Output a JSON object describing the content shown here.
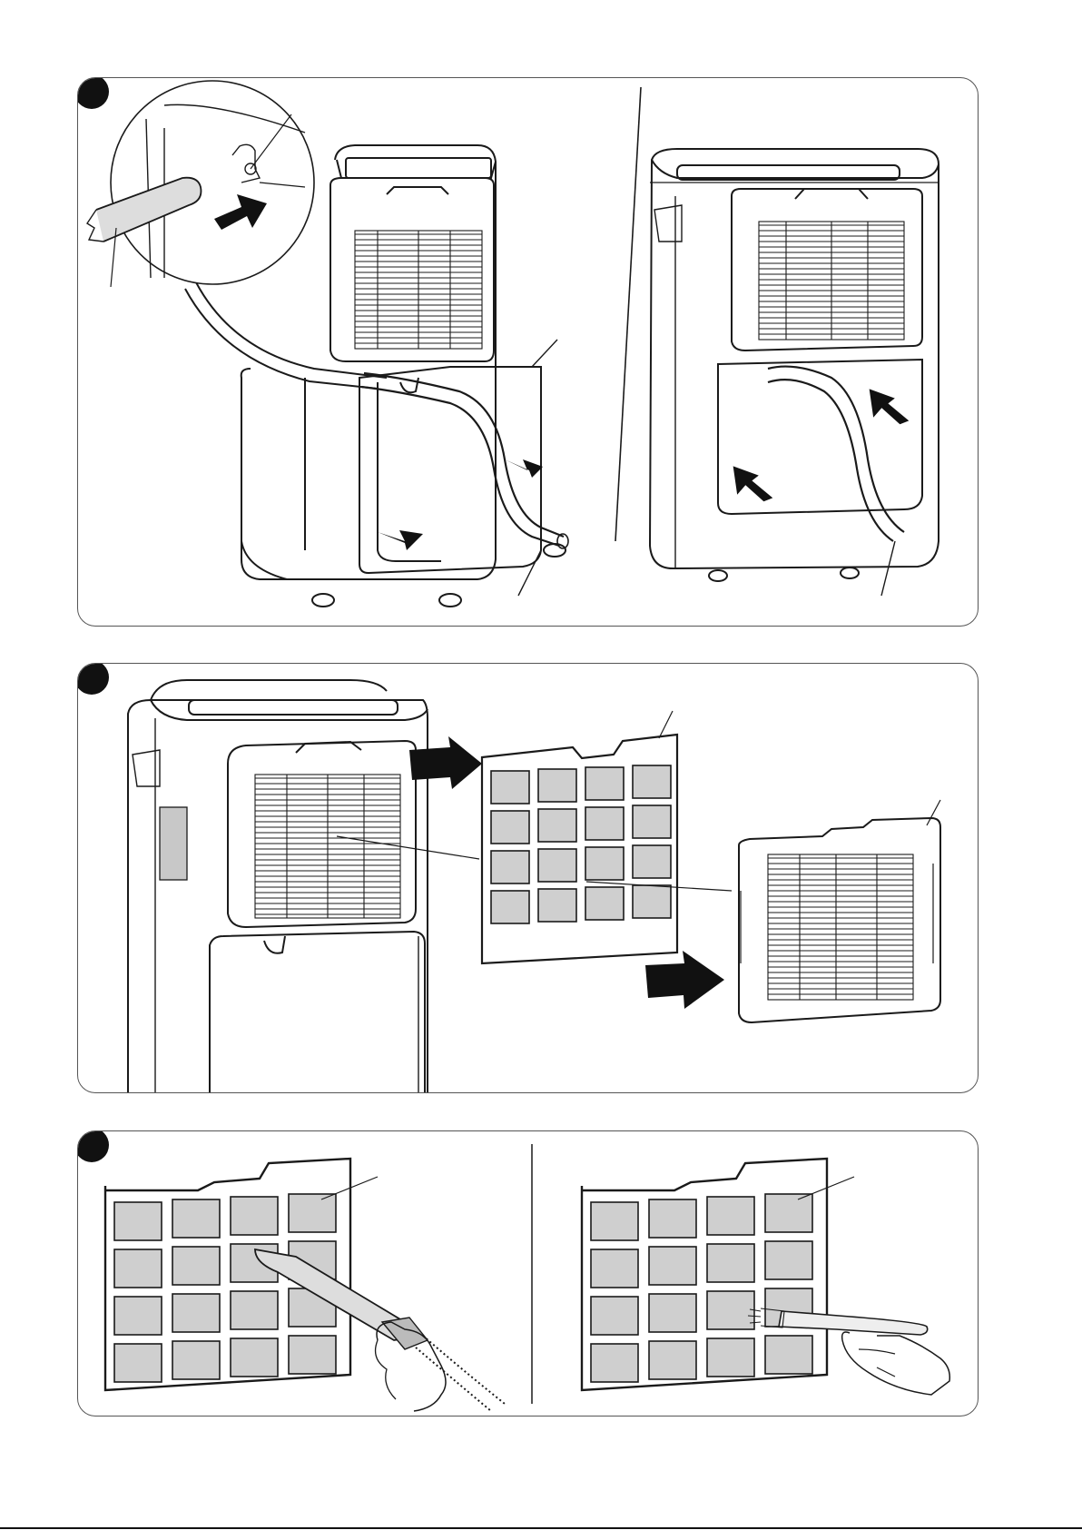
{
  "figure": {
    "panels": [
      {
        "id": "drain-hose",
        "scenes": [
          "hose-connection-detail",
          "hose-attached-tank-removed",
          "hose-routed-tank-installed"
        ]
      },
      {
        "id": "filter-removal",
        "scenes": [
          "filter-slide-out",
          "washable-filter",
          "filter-holder-grille"
        ]
      },
      {
        "id": "filter-cleaning",
        "scenes": [
          "vacuum-cleaning",
          "brush-cleaning"
        ]
      }
    ],
    "colors": {
      "line": "#1a1a1a",
      "filter_fill": "#cfcfcf",
      "label_fill": "#c8c8c8",
      "arrow": "#111111"
    }
  }
}
